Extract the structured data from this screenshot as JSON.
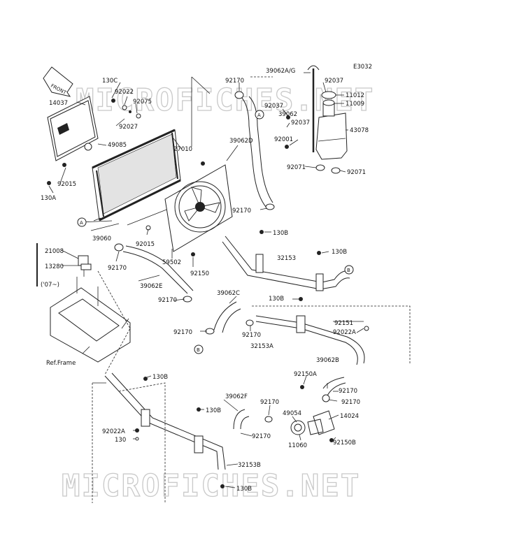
{
  "diagram_code": "E3032",
  "watermark": "MICROFICHES.NET",
  "front_arrow_label": "FRONT",
  "frame_caption": "Ref.Frame",
  "year_note": "('07~)",
  "callouts": [
    "A",
    "B"
  ],
  "part_labels": [
    "130C",
    "92022",
    "92075",
    "14037",
    "92027",
    "49085",
    "27010",
    "92015",
    "130A",
    "92170",
    "39062D",
    "39060",
    "92015",
    "59502",
    "92150",
    "92170",
    "39062E",
    "92170",
    "21008",
    "13280",
    "39062A/G",
    "92037",
    "11012",
    "11009",
    "92037",
    "39062",
    "92037",
    "43078",
    "92001",
    "92071",
    "92071",
    "92170",
    "130B",
    "32153",
    "130B",
    "130B",
    "39062C",
    "92151",
    "92022A",
    "92170",
    "92170",
    "32153A",
    "39062B",
    "92150A",
    "92170",
    "92170",
    "130B",
    "39062F",
    "92170",
    "49054",
    "14024",
    "130B",
    "92022A",
    "130",
    "92170",
    "11060",
    "92150B",
    "32153B",
    "130B"
  ]
}
